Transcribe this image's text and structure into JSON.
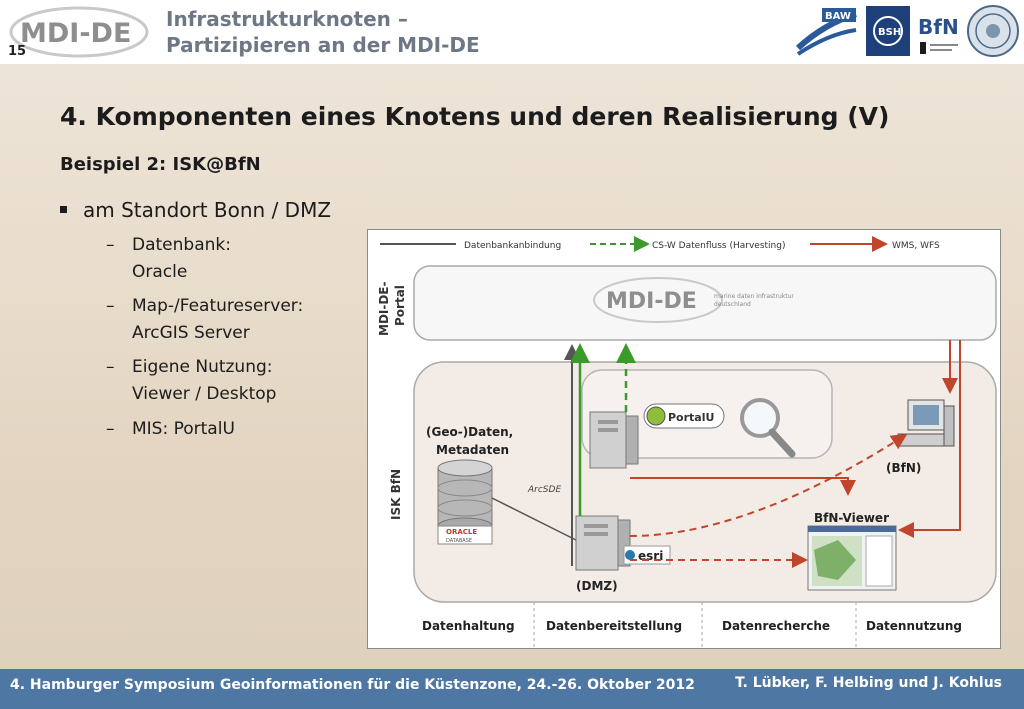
{
  "header": {
    "logo_text": "MDI-DE",
    "slide_number": "15",
    "title_line1": "Infrastrukturknoten –",
    "title_line2": "Partizipieren an der MDI-DE",
    "partners": [
      "BAW",
      "BSH",
      "BfN"
    ]
  },
  "content": {
    "title": "4. Komponenten eines Knotens und deren Realisierung (V)",
    "subtitle": "Beispiel 2: ISK@BfN",
    "bullet": "am Standort Bonn / DMZ",
    "subitems": [
      {
        "line1": "Datenbank:",
        "line2": "Oracle"
      },
      {
        "line1": "Map-/Featureserver:",
        "line2": "ArcGIS Server"
      },
      {
        "line1": "Eigene Nutzung:",
        "line2": "Viewer / Desktop"
      },
      {
        "line1": "MIS: PortalU",
        "line2": ""
      }
    ]
  },
  "diagram": {
    "legend": [
      "Datenbankanbindung",
      "CS-W Datenfluss (Harvesting)",
      "WMS, WFS"
    ],
    "portal_label_1": "MDI-DE-",
    "portal_label_2": "Portal",
    "portal_logo": "MDI-DE",
    "portal_logo_sub_1": "marine daten infrastruktur",
    "portal_logo_sub_2": "deutschland",
    "isk_label": "ISK BfN",
    "geodata_1": "(Geo-)Daten,",
    "geodata_2": "Metadaten",
    "oracle_label": "ORACLE",
    "database_label": "DATABASE",
    "arcsde": "ArcSDE",
    "portalu": "PortalU",
    "esri": "esri",
    "dmz": "(DMZ)",
    "bfn": "(BfN)",
    "viewer": "BfN-Viewer",
    "columns": [
      "Datenhaltung",
      "Datenbereitstellung",
      "Datenrecherche",
      "Datennutzung"
    ],
    "colors": {
      "db_line": "#555555",
      "csw_line": "#3a9a2a",
      "wms_line": "#c0452a"
    }
  },
  "footer": {
    "left": "4. Hamburger Symposium Geoinformationen für die Küstenzone, 24.-26. Oktober 2012",
    "right": "T. Lübker, F. Helbing und J. Kohlus"
  }
}
